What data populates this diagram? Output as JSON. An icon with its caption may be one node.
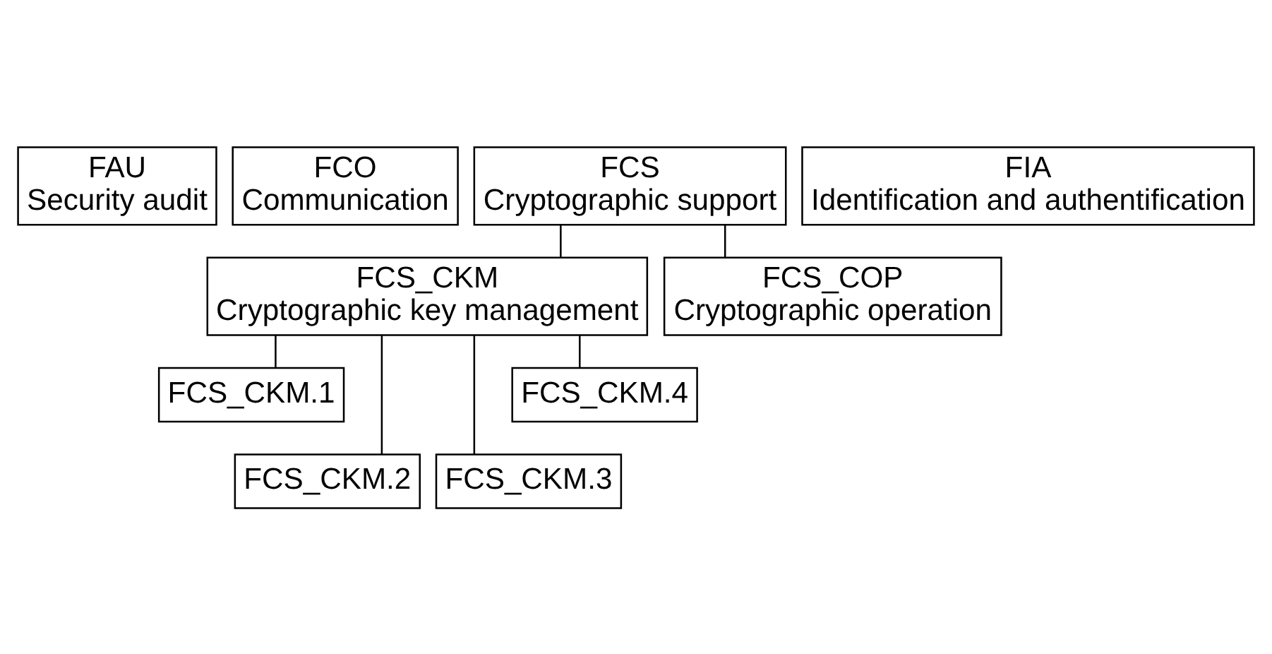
{
  "diagram": {
    "nodes": [
      {
        "text": [
          "FAU",
          "Security audit"
        ]
      },
      {
        "text": [
          "FCO",
          "Communication"
        ]
      },
      {
        "text": [
          "FCS",
          "Cryptographic support"
        ]
      },
      {
        "text": [
          "FIA",
          "Identification and authentification"
        ]
      },
      {
        "text": [
          "FCS_CKM",
          "Cryptographic key management"
        ]
      },
      {
        "text": [
          "FCS_COP",
          "Cryptographic operation"
        ]
      },
      {
        "text": [
          "FCS_CKM.1"
        ]
      },
      {
        "text": [
          "FCS_CKM.2"
        ]
      },
      {
        "text": [
          "FCS_CKM.3"
        ]
      },
      {
        "text": [
          "FCS_CKM.4"
        ]
      }
    ],
    "edges": [
      {
        "from": 2,
        "to": 4,
        "arrow": "none"
      },
      {
        "from": 2,
        "to": 5,
        "arrow": "none"
      },
      {
        "from": 4,
        "to": 6,
        "arrow": "none"
      },
      {
        "from": 4,
        "to": 7,
        "arrow": "none"
      },
      {
        "from": 4,
        "to": 8,
        "arrow": "none"
      },
      {
        "from": 4,
        "to": 9,
        "arrow": "none"
      }
    ]
  }
}
